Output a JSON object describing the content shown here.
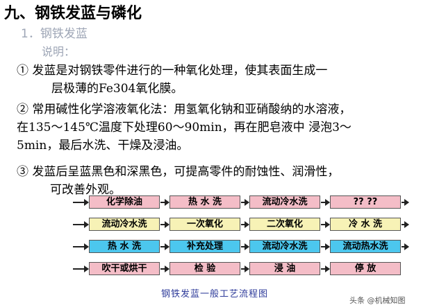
{
  "title": "九、钢铁发蓝与磷化",
  "subtitle": "1．钢铁发蓝",
  "note_label": "说明：",
  "items": [
    {
      "lines": [
        "① 发蓝是对钢铁零件进行的一种氧化处理，使其表面生成一",
        "层极薄的Fe304氧化膜。"
      ]
    },
    {
      "lines": [
        "② 常用碱性化学溶液氧化法：用氢氧化钠和亚硝酸纳的水溶液，",
        "在135～145℃温度下处理60～90min，再在肥皂液中 浸泡3～",
        "5min，最后水洗、干燥及浸油。"
      ]
    },
    {
      "lines": [
        "③ 发蓝后呈蓝黑色和深黑色，可提高零件的耐蚀性、润滑性，",
        "可改善外观。"
      ]
    }
  ],
  "flow": {
    "rows": [
      [
        "化学除油",
        "热  水  洗",
        "流动冷水洗",
        "??  ??"
      ],
      [
        "流动冷水洗",
        "一次氧化",
        "二次氧化",
        "冷  水  洗"
      ],
      [
        "热  水  洗",
        "补充处理",
        "流动冷水洗",
        "流动热水洗"
      ],
      [
        "吹干或烘干",
        "检  验",
        "浸  油",
        "停  放"
      ]
    ]
  },
  "caption": "钢铁发蓝一般工艺流程图",
  "watermark": "头条 @机械知图",
  "colors": {
    "row_pink": "#f4bdc7",
    "row_yellow": "#f7f2b6",
    "row_cyan": "#4cc7ee",
    "caption": "#2e3b9a",
    "subtitle": "#9ea6b6"
  }
}
